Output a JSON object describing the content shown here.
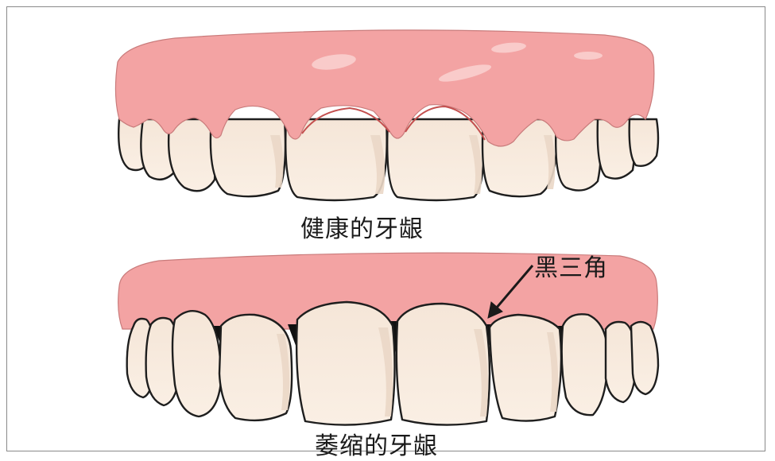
{
  "labels": {
    "healthy": "健康的牙龈",
    "receded": "萎缩的牙龈",
    "black_triangle": "黑三角"
  },
  "colors": {
    "gum": "#f3a3a3",
    "gum_shadow": "#e08a8a",
    "gum_highlight": "#fbd2d0",
    "tooth": "#f7e9dc",
    "tooth_shade": "#e9d6c6",
    "outline": "#1e1e1e",
    "gap": "#111111"
  }
}
